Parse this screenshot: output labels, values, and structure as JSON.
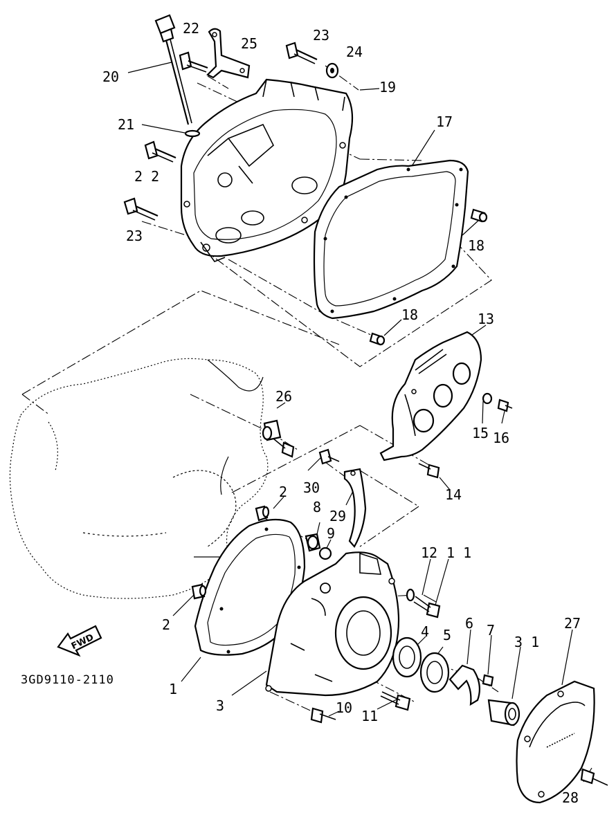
{
  "diagram_code": "3GD9110-2110",
  "fwd_label": "FWD",
  "callouts": {
    "p1": "1",
    "p2a": "2",
    "p2b": "2",
    "p3": "3",
    "p4": "4",
    "p5": "5",
    "p6": "6",
    "p7": "7",
    "p8": "8",
    "p9": "9",
    "p10": "10",
    "p11a": "1 1",
    "p11b": "11",
    "p12": "12",
    "p13": "13",
    "p14": "14",
    "p15": "15",
    "p16": "16",
    "p17": "17",
    "p18a": "18",
    "p18b": "18",
    "p19": "19",
    "p20": "20",
    "p21": "21",
    "p22a": "22",
    "p22b": "2 2",
    "p23a": "23",
    "p23b": "23",
    "p24": "24",
    "p25": "25",
    "p26": "26",
    "p27": "27",
    "p28": "28",
    "p29": "29",
    "p30": "30",
    "p31": "3 1"
  }
}
